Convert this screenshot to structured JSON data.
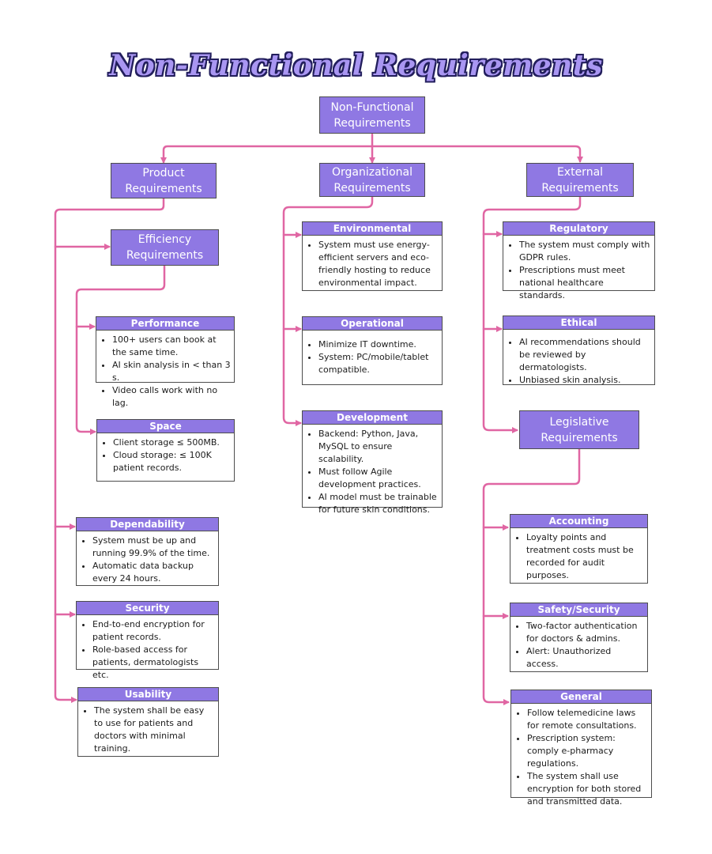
{
  "title": "Non-Functional Requirements",
  "colors": {
    "header_fill": "#8f78e3",
    "connector": "#e066a3",
    "title_fill": "#a996f2",
    "title_outline": "#221e5c"
  },
  "root": "Non-Functional\nRequirements",
  "categories": {
    "product": "Product\nRequirements",
    "organizational": "Organizational\nRequirements",
    "external": "External\nRequirements",
    "efficiency": "Efficiency\nRequirements",
    "legislative": "Legislative\nRequirements"
  },
  "cards": {
    "performance": {
      "title": "Performance",
      "items": [
        "100+ users can book at the same time.",
        "AI skin analysis in < than 3 s.",
        "Video calls work with no lag."
      ]
    },
    "space": {
      "title": "Space",
      "items": [
        "Client storage ≤ 500MB.",
        "Cloud storage: ≤ 100K patient records."
      ]
    },
    "dependability": {
      "title": "Dependability",
      "items": [
        "System must be up and running 99.9% of the time.",
        "Automatic data backup every 24 hours."
      ]
    },
    "security": {
      "title": "Security",
      "items": [
        "End-to-end encryption for patient records.",
        "Role-based access for patients, dermatologists etc."
      ]
    },
    "usability": {
      "title": "Usability",
      "items": [
        "The system shall be easy to use for patients and doctors with minimal training."
      ]
    },
    "environmental": {
      "title": "Environmental",
      "items": [
        "System must use energy-efficient servers and eco-friendly hosting to reduce environmental impact."
      ]
    },
    "operational": {
      "title": "Operational",
      "items": [
        "Minimize IT downtime.",
        "System: PC/mobile/tablet compatible."
      ]
    },
    "development": {
      "title": "Development",
      "items": [
        "Backend: Python, Java, MySQL to ensure scalability.",
        "Must follow Agile development practices.",
        "AI model must be trainable for future skin conditions."
      ]
    },
    "regulatory": {
      "title": "Regulatory",
      "items": [
        "The system must comply with GDPR rules.",
        "Prescriptions must meet national healthcare standards."
      ]
    },
    "ethical": {
      "title": "Ethical",
      "items": [
        "AI recommendations should be reviewed by dermatologists.",
        "Unbiased skin analysis."
      ]
    },
    "accounting": {
      "title": "Accounting",
      "items": [
        "Loyalty points and treatment costs must be recorded for audit purposes."
      ]
    },
    "safety_security": {
      "title": "Safety/Security",
      "items": [
        "Two-factor authentication for doctors & admins.",
        "Alert: Unauthorized access."
      ]
    },
    "general": {
      "title": "General",
      "items": [
        "Follow telemedicine laws for remote consultations.",
        "Prescription system: comply e-pharmacy regulations.",
        "The system shall use encryption for both stored and transmitted data."
      ]
    }
  }
}
